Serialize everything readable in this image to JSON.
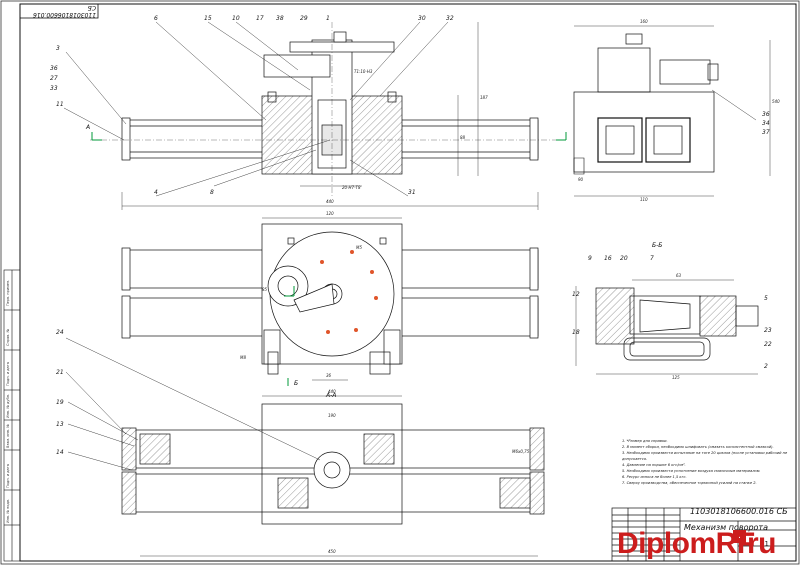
{
  "document": {
    "code_top": "1103018106600.016 СБ",
    "code_title_block": "1103018106600.016 СБ",
    "title": "Механизм поворота",
    "sheet_label": "11",
    "watermark": "DiplomRF",
    "watermark_suffix": "ru",
    "section_labels": [
      "А",
      "А-А",
      "Б",
      "Б-Б"
    ],
    "notes": [
      "1. *Размер для справки.",
      "2. В момент сборки, необходимо шлифовать (смазать консистентной смазкой).",
      "3. Необходимо произвести испытание на тяге 20 циклов (после установки рабочий не",
      "допускается.",
      "4. Давление на поршне 6 кгс/см².",
      "5. Необходимо произвести уплотнение воздуха смазочным материалом.",
      "6. Ресурс износа не более 1,5 кгс.",
      "7. Сверху производства, обеспеченное тормозной усилий на станке 2."
    ],
    "left_strip": [
      "Перв. примен.",
      "Справ. №",
      "Подп. и дата",
      "Инв. № дубл.",
      "Взам. инв. №",
      "Подп. и дата",
      "Инв. № подл."
    ],
    "title_block_cols": [
      "Изм.",
      "Лист",
      "№ докум.",
      "Подп.",
      "Дата",
      "Разраб.",
      "Пров.",
      "Т.контр.",
      "Н.контр.",
      "Утв.",
      "Лит.",
      "Масса",
      "Масштаб",
      "Лист",
      "Листов",
      "Копировал",
      "Формат A1"
    ]
  },
  "callouts_top": [
    "29",
    "38",
    "17",
    "10",
    "15",
    "6",
    "1",
    "30",
    "32",
    "3",
    "36",
    "27",
    "33",
    "11",
    "4",
    "8",
    "31"
  ],
  "callouts_right": [
    "36",
    "34",
    "37"
  ],
  "callouts_mid": [
    "9",
    "16",
    "20",
    "7",
    "5",
    "12",
    "18",
    "23",
    "22",
    "2"
  ],
  "callouts_bottom": [
    "24",
    "21",
    "19",
    "13",
    "14"
  ],
  "dimensions": [
    "440",
    "187",
    "160",
    "88",
    "110",
    "540",
    "120",
    "М5",
    "36",
    "450",
    "63",
    "125",
    "190",
    "85",
    "440",
    "М8",
    "90",
    "М6х0,75",
    "Т1:10-Н3",
    "20-Н7-Т8"
  ]
}
